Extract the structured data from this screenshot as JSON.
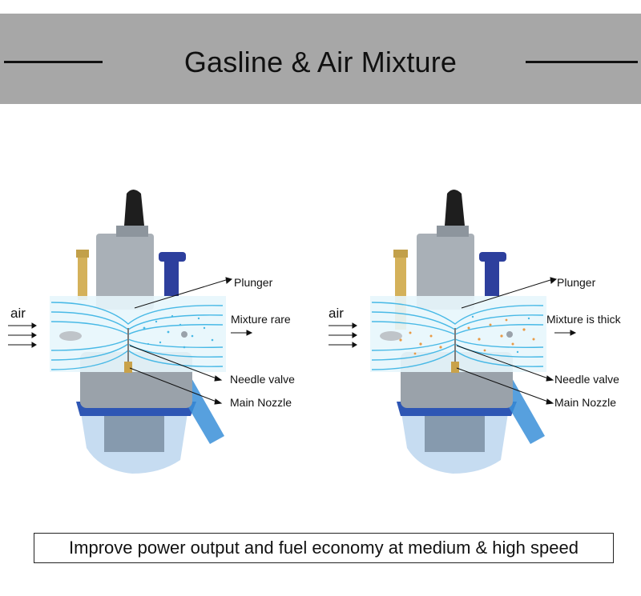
{
  "header": {
    "title": "Gasline & Air Mixture"
  },
  "left_panel": {
    "air_label": "air",
    "plunger_label": "Plunger",
    "mixture_label": "Mixture rare",
    "needle_label": "Needle valve",
    "nozzle_label": "Main Nozzle"
  },
  "right_panel": {
    "air_label": "air",
    "plunger_label": "Plunger",
    "mixture_label": "Mixture is thick",
    "needle_label": "Needle valve",
    "nozzle_label": "Main Nozzle"
  },
  "footer": {
    "caption": "Improve power output and fuel economy at medium & high speed"
  },
  "colors": {
    "header_bg": "#a7a7a7",
    "plastic_blue": "#3a73c4",
    "flow_cyan": "#48b9e6",
    "fuel_orange": "#e99a45"
  }
}
